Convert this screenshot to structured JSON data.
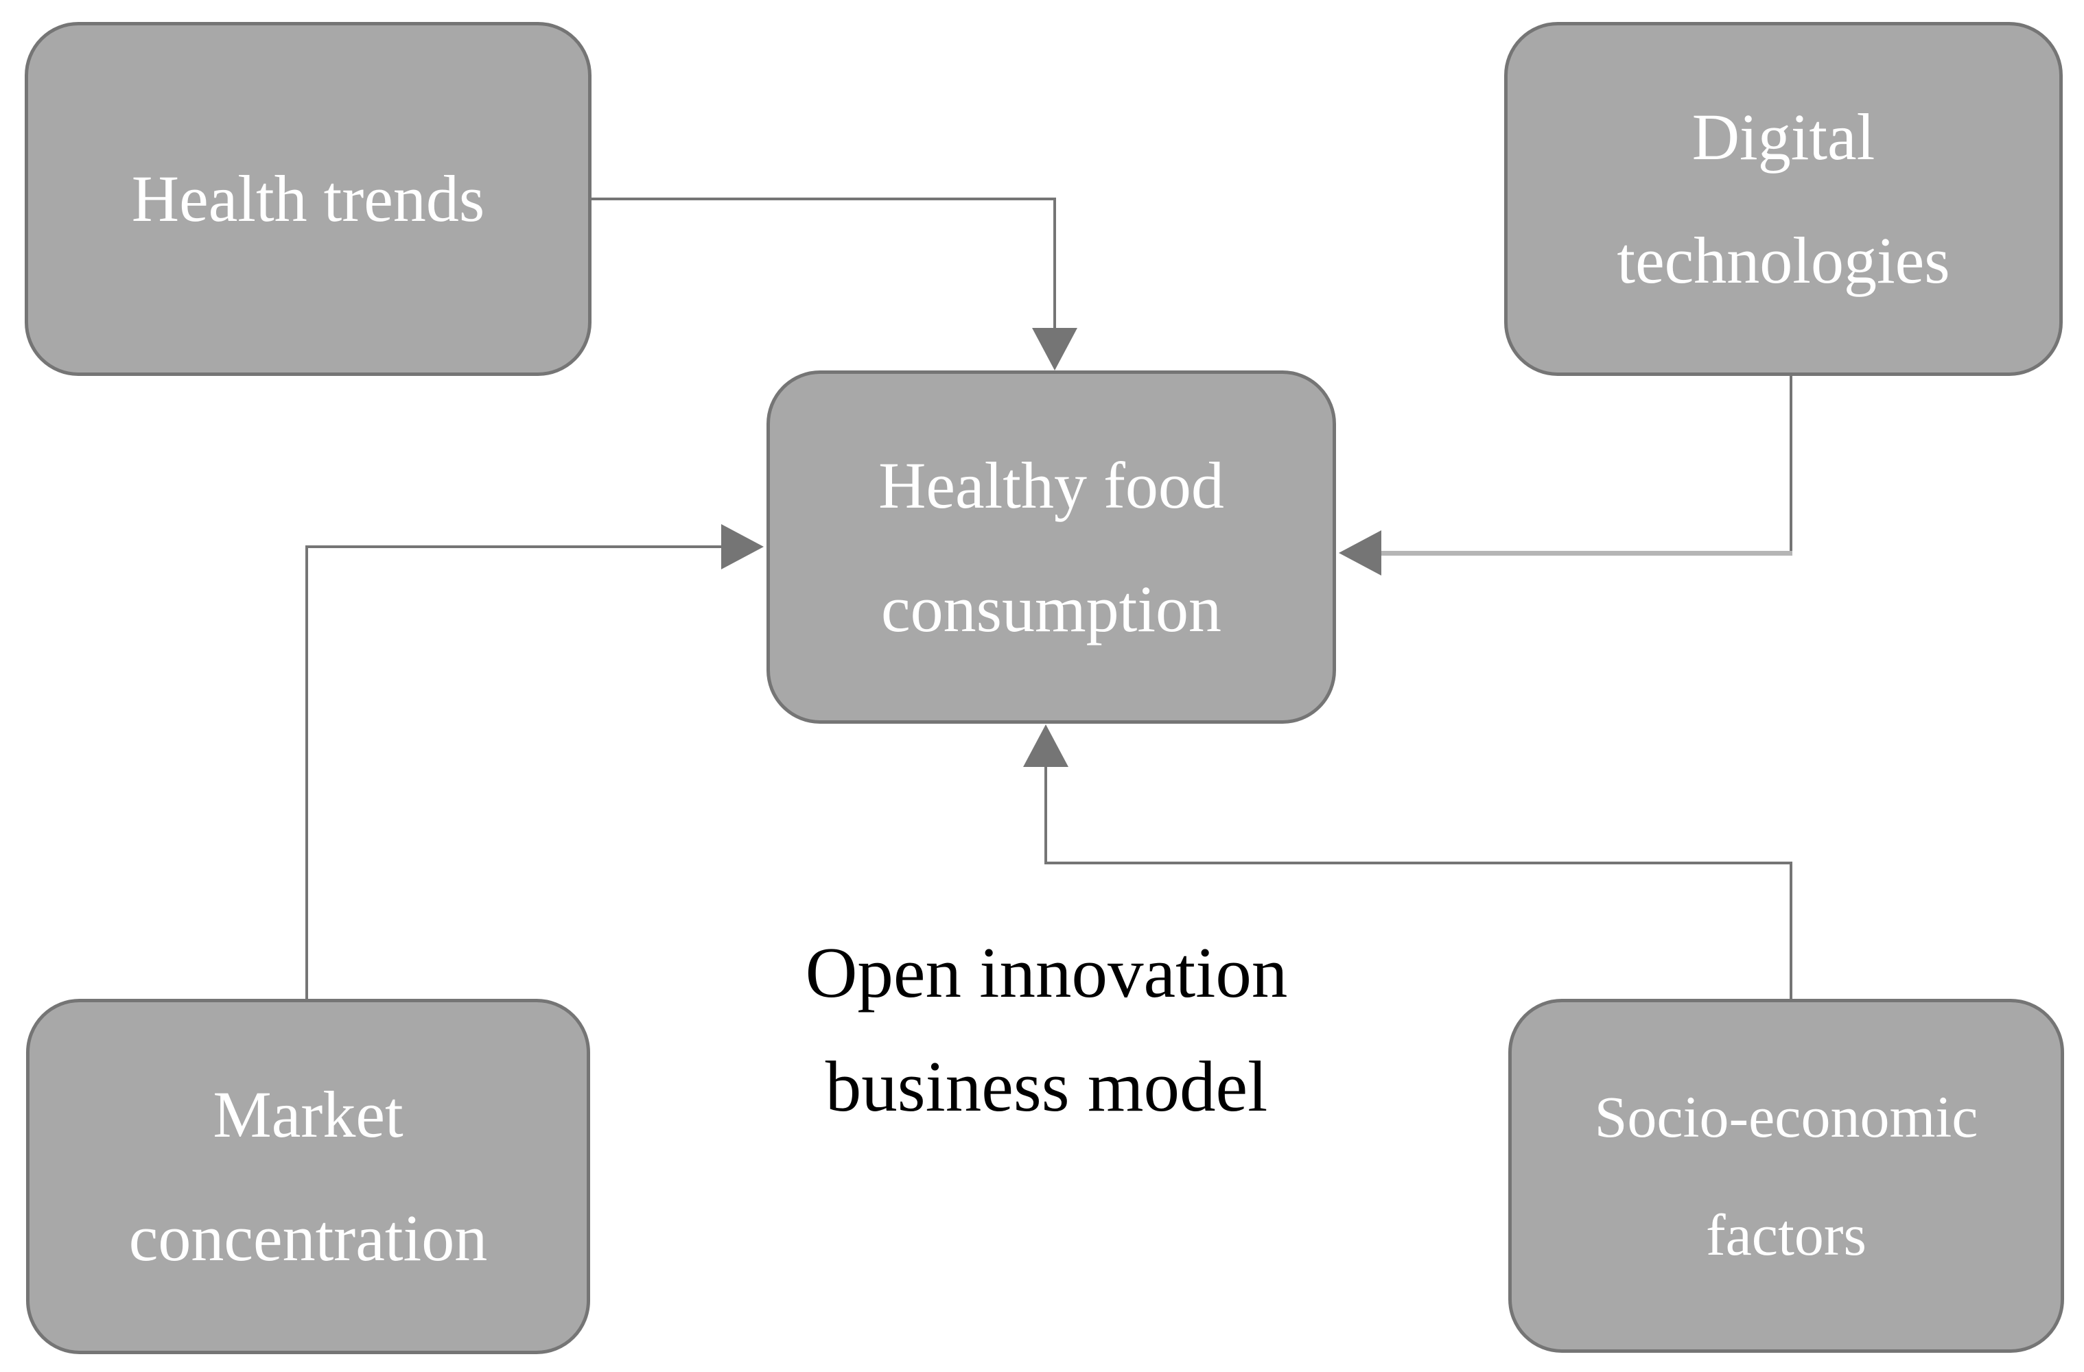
{
  "colors": {
    "background": "#ffffff",
    "box_fill": "#a8a8a8",
    "box_border": "#757575",
    "connector": "#757575",
    "connector_light": "#b5b5b5",
    "label_text": "#ffffff",
    "caption_text": "#000000"
  },
  "diagram": {
    "nodes": {
      "health_trends": {
        "lines": [
          "Health trends"
        ]
      },
      "digital_technologies": {
        "lines": [
          "Digital",
          "technologies"
        ]
      },
      "healthy_food_consumption": {
        "lines": [
          "Healthy food",
          "consumption"
        ]
      },
      "market_concentration": {
        "lines": [
          "Market",
          "concentration"
        ]
      },
      "socio_economic_factors": {
        "lines": [
          "Socio-economic",
          "factors"
        ]
      }
    },
    "caption": {
      "lines": [
        "Open innovation",
        "business model"
      ]
    },
    "edges": [
      {
        "from": "Health trends",
        "to": "Healthy food consumption",
        "arrow_side": "top"
      },
      {
        "from": "Digital technologies",
        "to": "Healthy food consumption",
        "arrow_side": "right"
      },
      {
        "from": "Market concentration",
        "to": "Healthy food consumption",
        "arrow_side": "left"
      },
      {
        "from": "Socio-economic factors",
        "to": "Healthy food consumption",
        "arrow_side": "bottom"
      }
    ]
  }
}
